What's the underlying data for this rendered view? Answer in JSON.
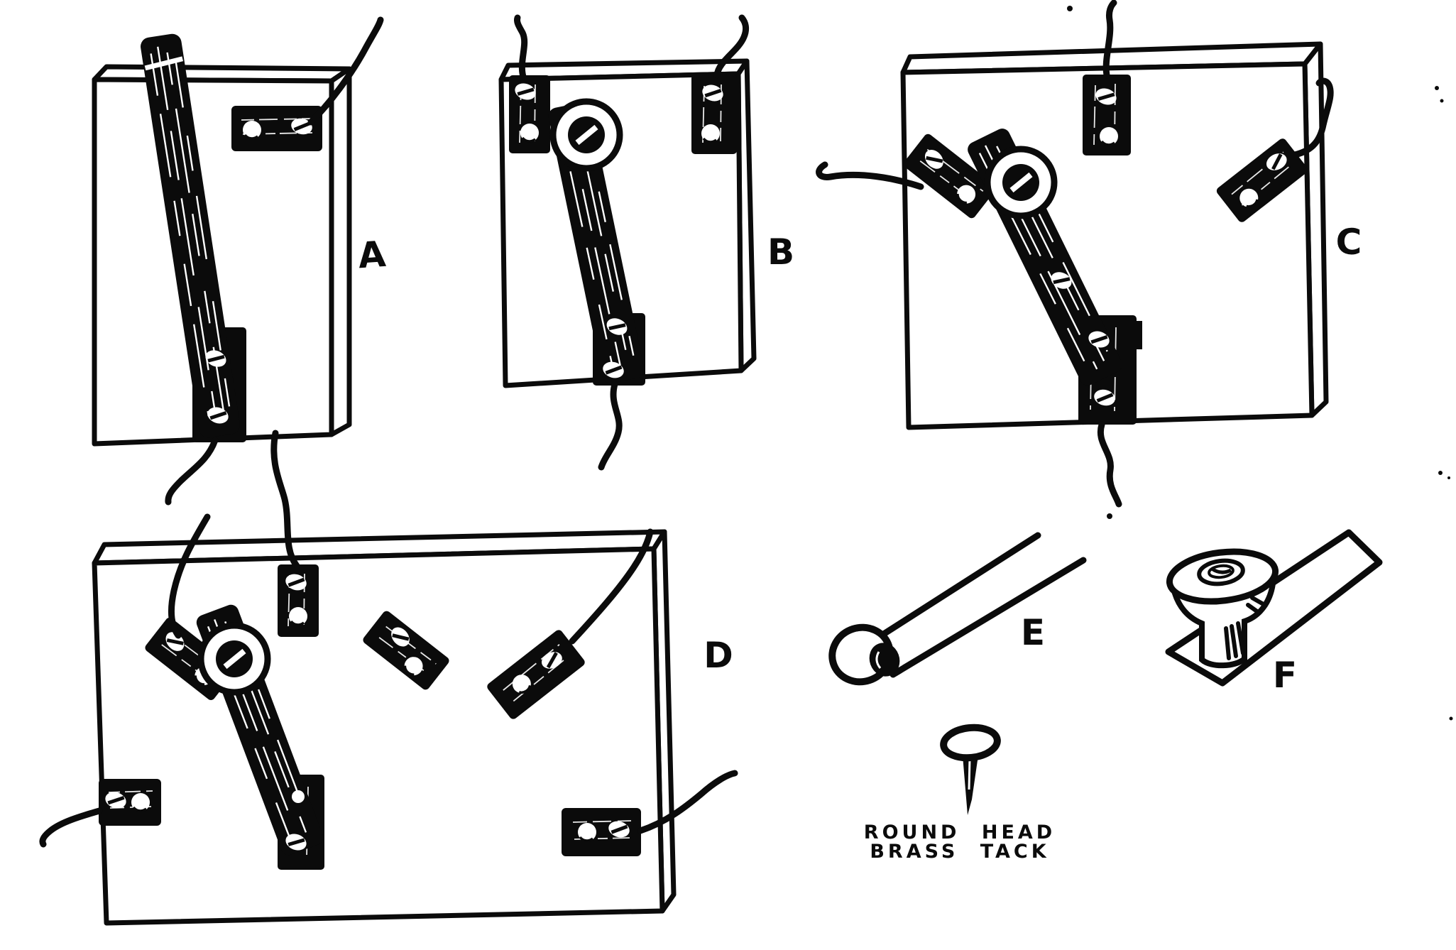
{
  "illustration": {
    "ink_color": "#0b0b0b",
    "paper_color": "#ffffff",
    "panel_labels": {
      "a": "A",
      "b": "B",
      "c": "C",
      "d": "D",
      "e": "E",
      "f": "F"
    },
    "tack_caption": {
      "line1": "ROUND HEAD",
      "line2": "BRASS TACK"
    }
  }
}
